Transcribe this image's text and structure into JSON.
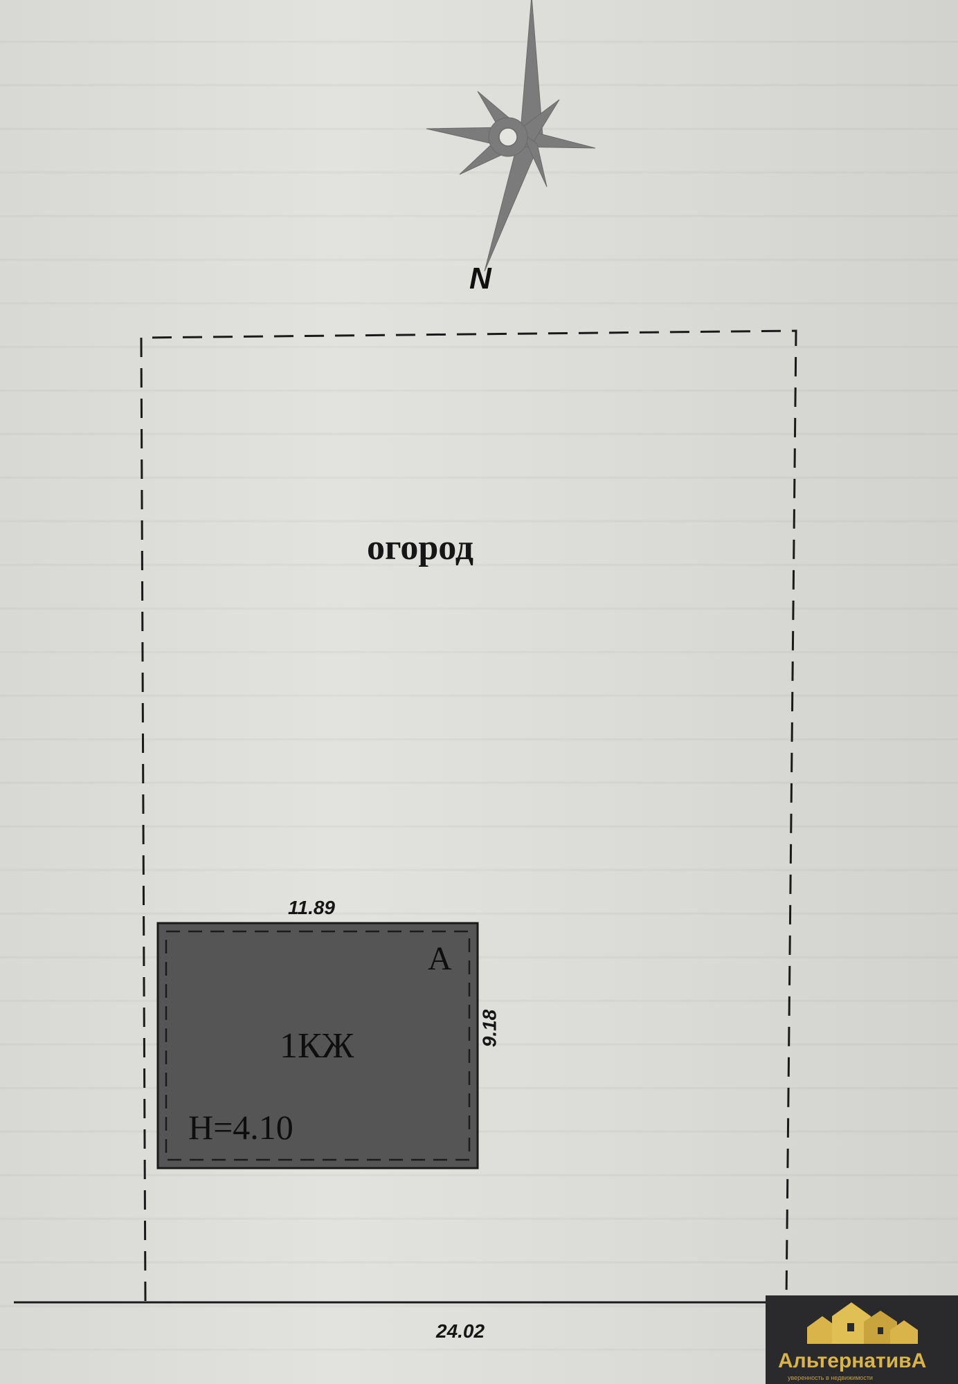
{
  "plot": {
    "garden_label": "огород",
    "frontage_length": "24.02"
  },
  "building": {
    "letter": "А",
    "type": "1КЖ",
    "height": "Н=4.10",
    "length": "11.89",
    "width": "9.18"
  },
  "compass": {
    "north_label": "N"
  },
  "logo": {
    "name": "АльтернативА",
    "tagline": "уверенность в недвижимости"
  },
  "colors": {
    "building_fill": "#555555",
    "compass_fill": "#7b7b7b",
    "logo_gold": "#d9b44a"
  }
}
